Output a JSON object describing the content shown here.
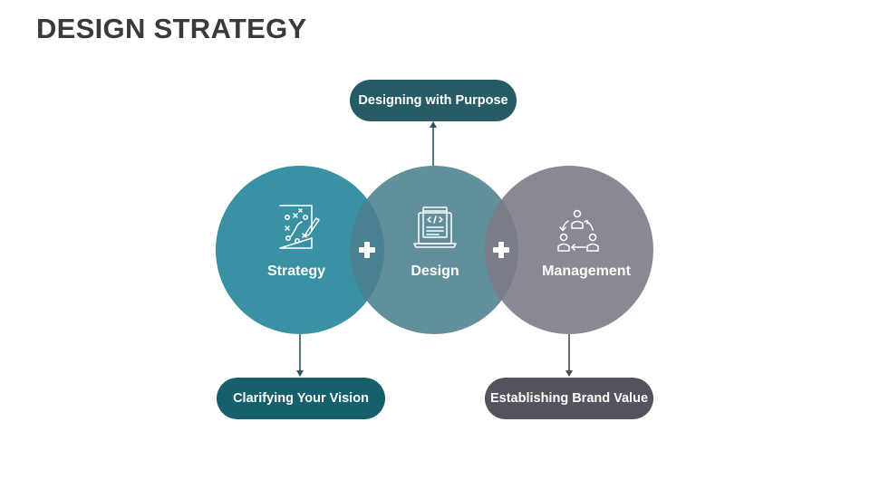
{
  "title": "DESIGN STRATEGY",
  "colors": {
    "strategy": "#2f8b9e",
    "design": "#4b7f8e",
    "management": "#7c7b87",
    "top_pill": "#275b66",
    "left_pill": "#15606c",
    "right_pill": "#55545e",
    "arrow": "#2a5560"
  },
  "circles": {
    "strategy": {
      "label": "Strategy",
      "icon": "strategy-plan-icon"
    },
    "design": {
      "label": "Design",
      "icon": "web-design-laptop-icon"
    },
    "management": {
      "label": "Management",
      "icon": "team-cycle-icon"
    }
  },
  "plus_symbol": "✚",
  "outcomes": {
    "top": "Designing with Purpose",
    "left": "Clarifying Your Vision",
    "right": "Establishing Brand Value"
  }
}
